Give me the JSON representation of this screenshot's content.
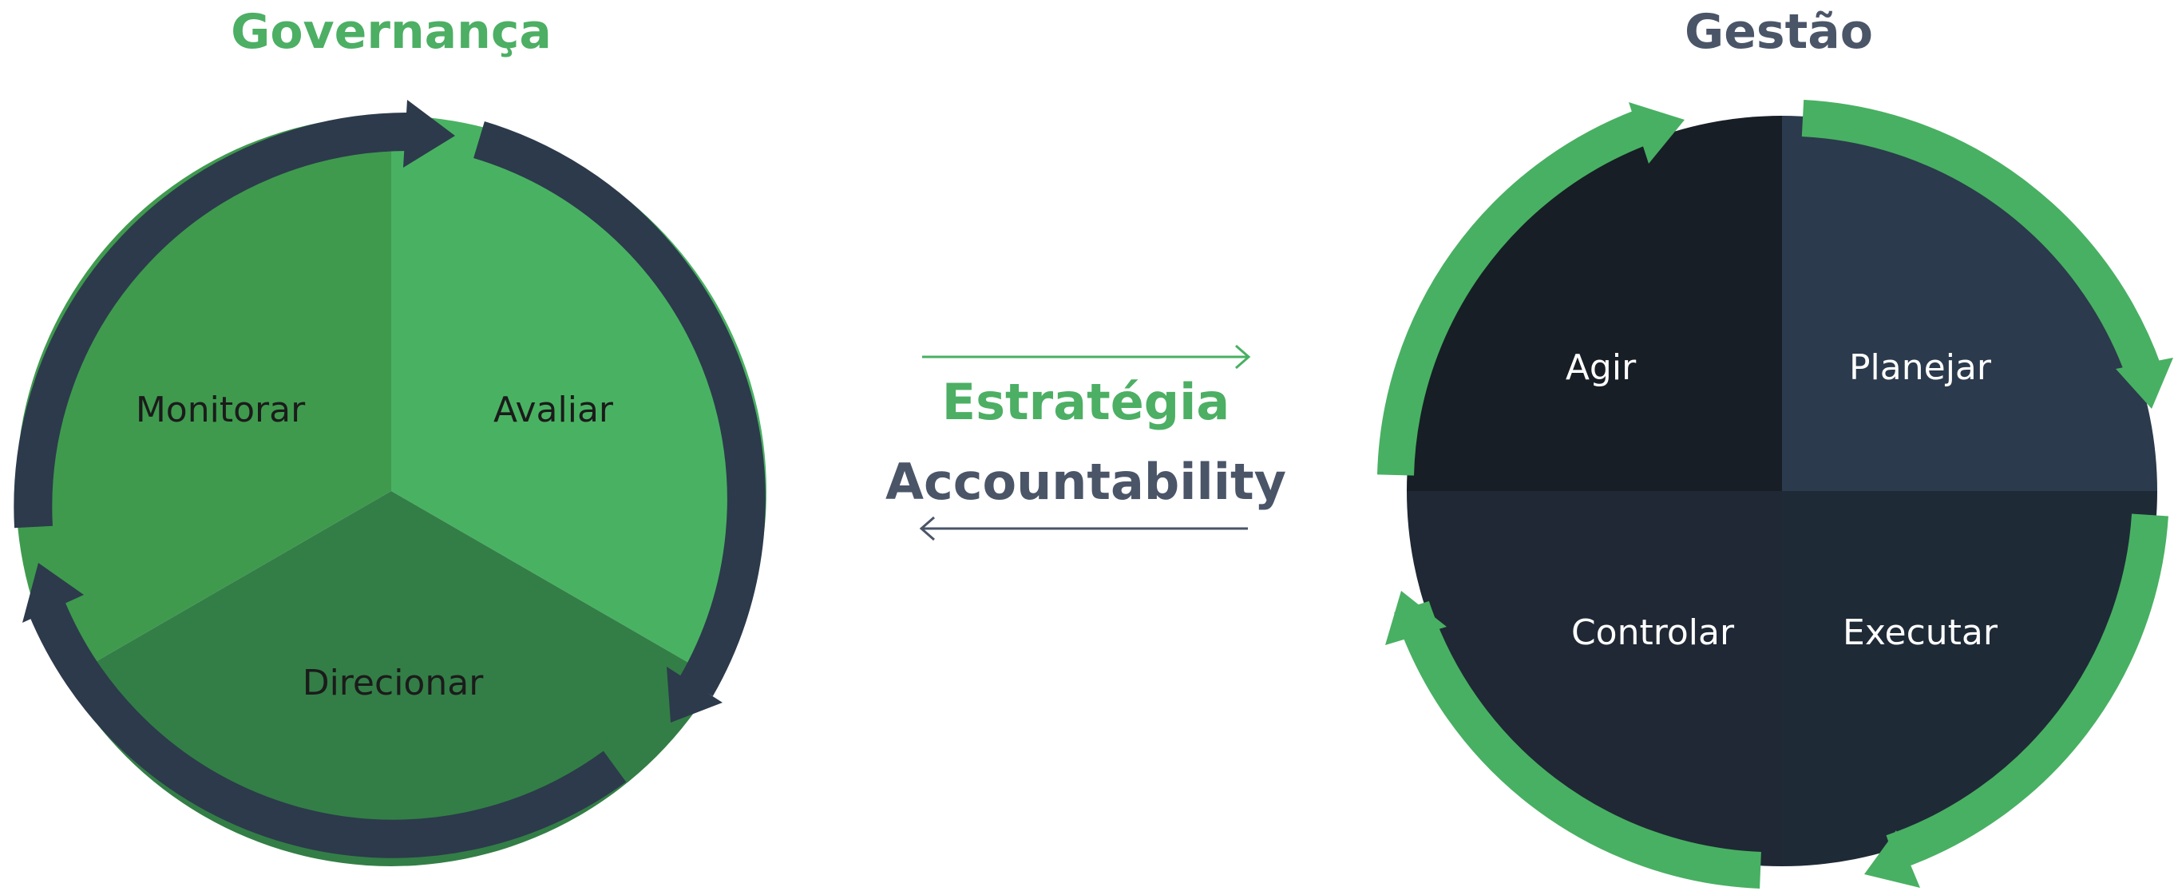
{
  "governance": {
    "title": "Governança",
    "segments": {
      "monitor": "Monitorar",
      "evaluate": "Avaliar",
      "direct": "Direcionar"
    }
  },
  "center": {
    "strategy": "Estratégia",
    "accountability": "Accountability"
  },
  "management": {
    "title": "Gestão",
    "quadrants": {
      "act": "Agir",
      "plan": "Planejar",
      "control": "Controlar",
      "execute": "Executar"
    }
  },
  "colors": {
    "green_title": "#4CAF64",
    "slate_title": "#4A5568",
    "navy_arrow": "#2C3A4B",
    "green_arrow": "#48B062",
    "monitor_fill": "#3F9A4E",
    "evaluate_fill": "#49B262",
    "direct_fill": "#337E46",
    "act_fill": "#171E26",
    "plan_fill": "#2B3A4C",
    "control_fill": "#1F2834",
    "execute_fill": "#1F2A37",
    "dark_text": "#1B1B1B",
    "light_text": "#FFFFFF"
  }
}
